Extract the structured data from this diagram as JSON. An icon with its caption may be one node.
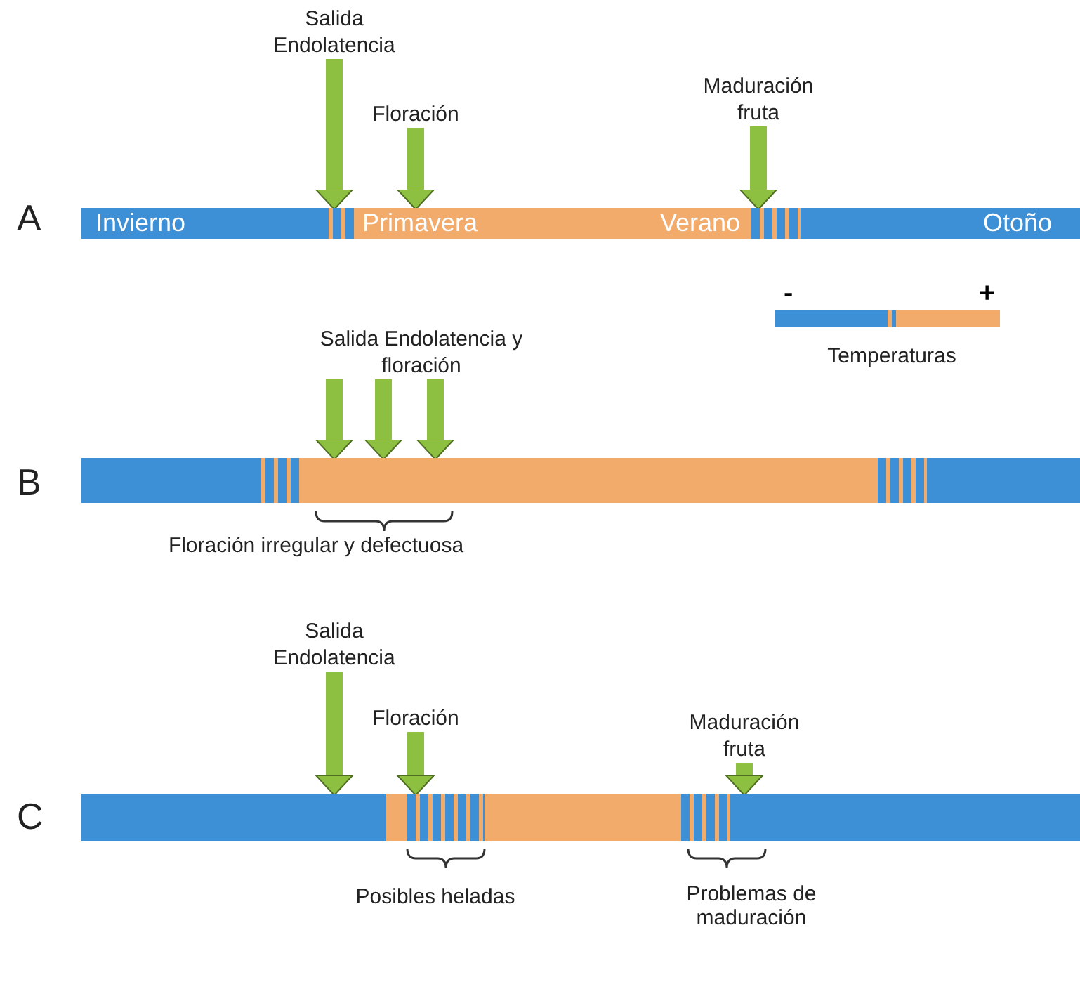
{
  "diagram": {
    "nodes": [
      {
        "text": [
          "Salida Endolatencia"
        ]
      },
      {
        "text": [
          "Floración"
        ]
      },
      {
        "text": [
          "Maduración fruta"
        ]
      },
      {
        "text": [
          "Invierno",
          "Primavera",
          "Verano",
          "Otoño"
        ]
      },
      {
        "text": [
          "Salida Endolatencia y floración"
        ]
      },
      {
        "text": [],
        "shape": "bar"
      },
      {
        "text": [
          "Salida Endolatencia"
        ]
      },
      {
        "text": [
          "Floración"
        ]
      },
      {
        "text": [
          "Maduración fruta"
        ]
      },
      {
        "text": [],
        "shape": "bar"
      }
    ],
    "edges": [
      {
        "from": 0,
        "to": 3,
        "arrow": "to"
      },
      {
        "from": 1,
        "to": 3,
        "arrow": "to"
      },
      {
        "from": 2,
        "to": 3,
        "arrow": "to"
      },
      {
        "from": 4,
        "to": 5,
        "arrow": "to"
      },
      {
        "from": 4,
        "to": 5,
        "arrow": "to"
      },
      {
        "from": 4,
        "to": 5,
        "arrow": "to"
      },
      {
        "from": 6,
        "to": 9,
        "arrow": "to"
      },
      {
        "from": 7,
        "to": 9,
        "arrow": "to"
      },
      {
        "from": 8,
        "to": 9,
        "arrow": "to"
      }
    ],
    "labels": [
      "A",
      "Temperaturas",
      "B",
      "Floración irregular y defectuosa",
      "C",
      "Posibles heladas",
      "Problemas de maduración"
    ],
    "legend": [
      {
        "text": "-",
        "color": "#3d8fd6"
      },
      {
        "text": "+",
        "color": "#f2ab6b"
      }
    ]
  }
}
